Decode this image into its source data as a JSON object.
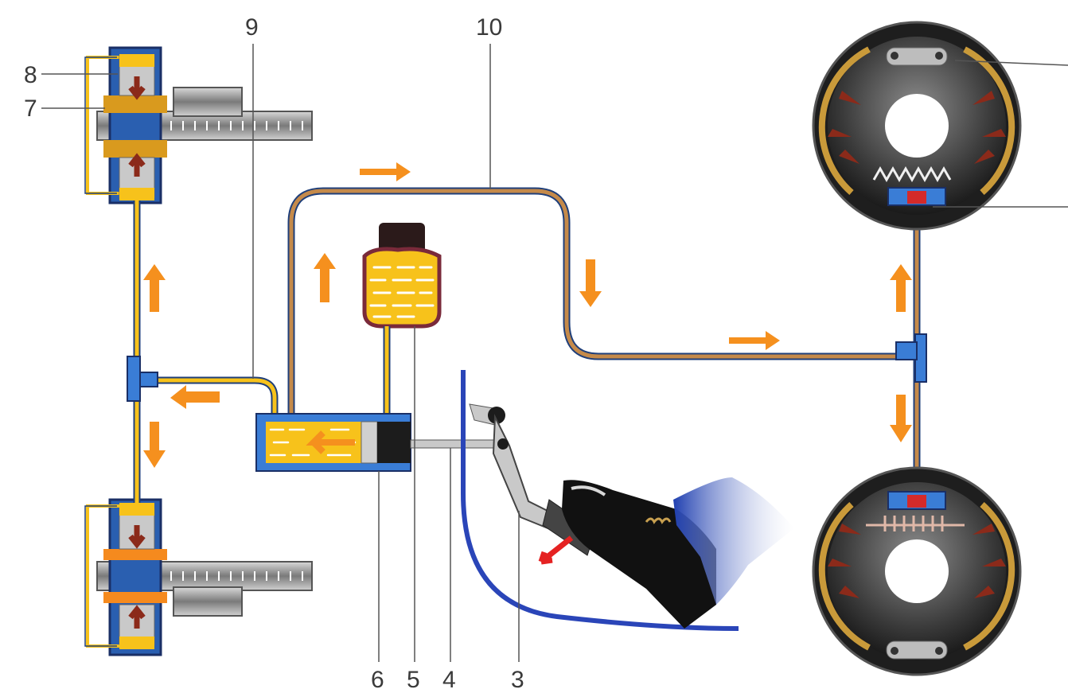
{
  "callouts": {
    "c3": "3",
    "c4": "4",
    "c5": "5",
    "c6": "6",
    "c7": "7",
    "c8": "8",
    "c9": "9",
    "c10": "10"
  },
  "colors": {
    "fluid": "#f7c21b",
    "line_outline": "#1f3f7a",
    "cylinder_body": "#3a7dd6",
    "pipe_drum": "#c58a4a",
    "flow_arrow": "#f5901e",
    "pressure_arrow": "#8b2a1a",
    "pedal_floor": "#2a45b8",
    "foot_arrow": "#e52222",
    "shoe_lining": "#c99a3a",
    "callout_text": "#3a3a3a"
  }
}
